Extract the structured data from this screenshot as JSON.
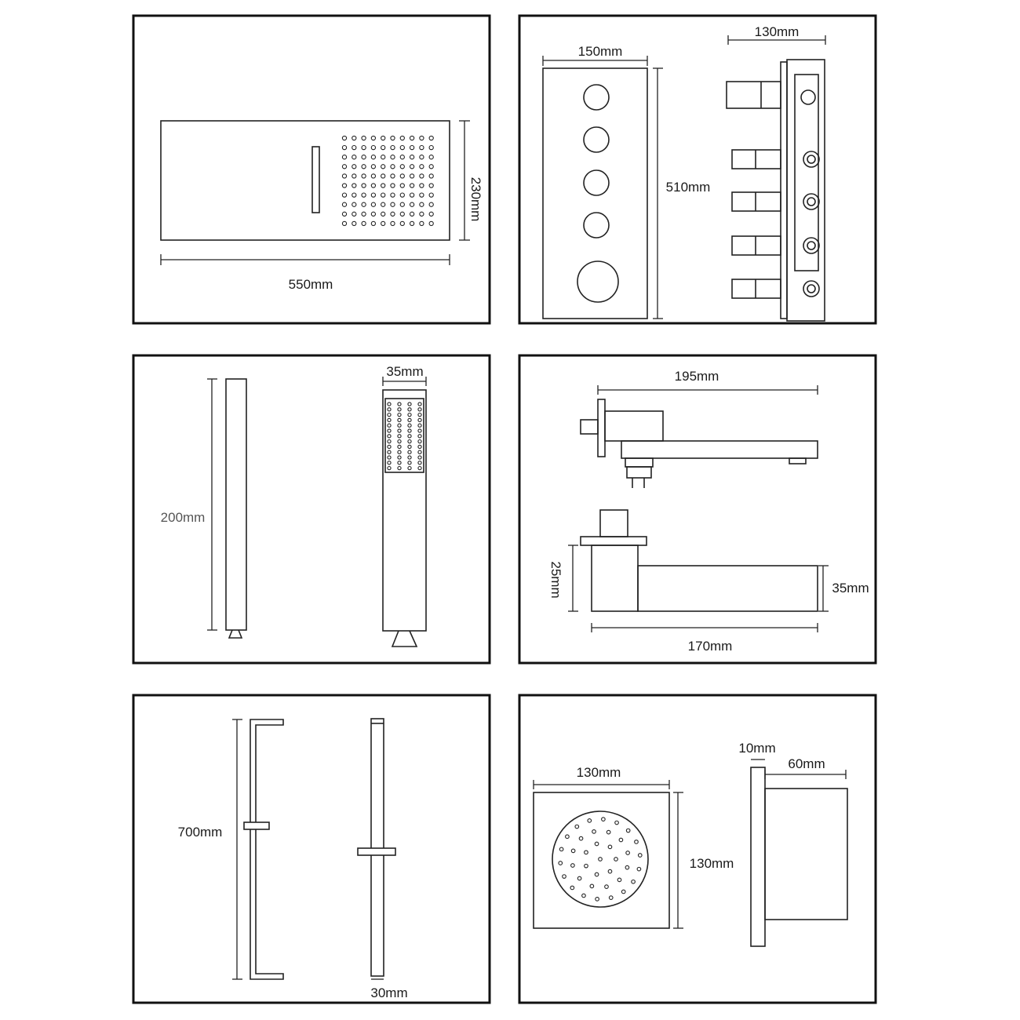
{
  "panels": [
    {
      "id": "rain-shower-head",
      "dims": {
        "width": "550mm",
        "height": "230mm"
      }
    },
    {
      "id": "thermostatic-valve",
      "dims": {
        "front_width": "150mm",
        "front_height": "510mm",
        "depth": "130mm"
      }
    },
    {
      "id": "hand-shower",
      "dims": {
        "length": "200mm",
        "width": "35mm"
      }
    },
    {
      "id": "spout",
      "dims": {
        "reach_top": "195mm",
        "reach_bottom": "170mm",
        "height_left": "25mm",
        "height_right": "35mm"
      }
    },
    {
      "id": "slide-bar",
      "dims": {
        "height": "700mm",
        "width": "30mm"
      }
    },
    {
      "id": "body-jet",
      "dims": {
        "width": "130mm",
        "height": "130mm",
        "plate": "10mm",
        "depth": "60mm"
      }
    }
  ],
  "colors": {
    "line": "#222222",
    "frame": "#111111",
    "background": "#ffffff"
  }
}
